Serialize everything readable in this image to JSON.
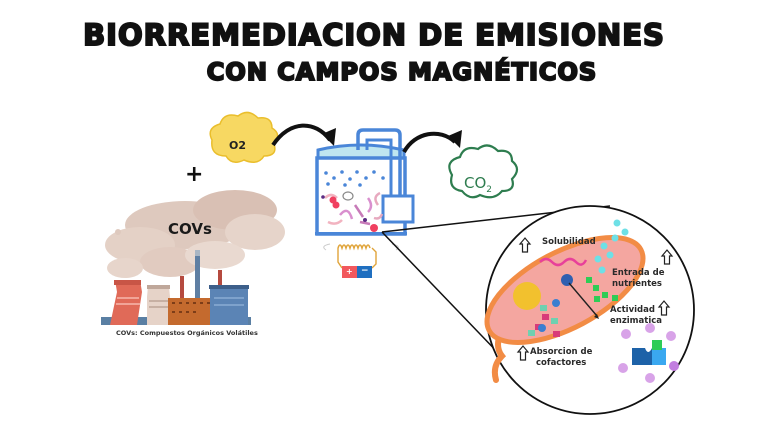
{
  "title": {
    "line1": "BIORREMEDIACION DE EMISIONES",
    "line2": "CON CAMPOS MAGNÉTICOS"
  },
  "inputs": {
    "oxygen_label": "O2",
    "plus_sign": "+",
    "pollutant_label": "COVs",
    "footnote": "COVs: Compuestos Orgánicos Volátiles"
  },
  "outputs": {
    "co2_label": "CO",
    "co2_subscript": "2"
  },
  "reactor": {
    "battery_positive": "+",
    "battery_negative": "−"
  },
  "zoom_view": {
    "effects": [
      {
        "label": "Solubilidad",
        "direction": "up"
      },
      {
        "label": "Entrada de\nnutrientes",
        "line1": "Entrada de",
        "line2": "nutrientes",
        "direction": "up"
      },
      {
        "label": "Actividad enzimatica",
        "line1": "Actividad",
        "line2": "enzimatica",
        "direction": "up"
      },
      {
        "label": "Absorcion de cofactores",
        "line1": "Absorcion de",
        "line2": "cofactores",
        "direction": "up"
      }
    ]
  },
  "colors": {
    "oxygen_cloud": "#f7d862",
    "co2_cloud_stroke": "#2e7d4f",
    "reactor_blue": "#4a86d8",
    "reactor_top": "#bfe6f0",
    "cell_fill": "#f4a6a0",
    "cell_border": "#f28c45",
    "smoke": "#d9c0b3",
    "battery_pos": "#f2585d",
    "battery_neg": "#1f6fc0",
    "coil": "#e0a43a"
  }
}
